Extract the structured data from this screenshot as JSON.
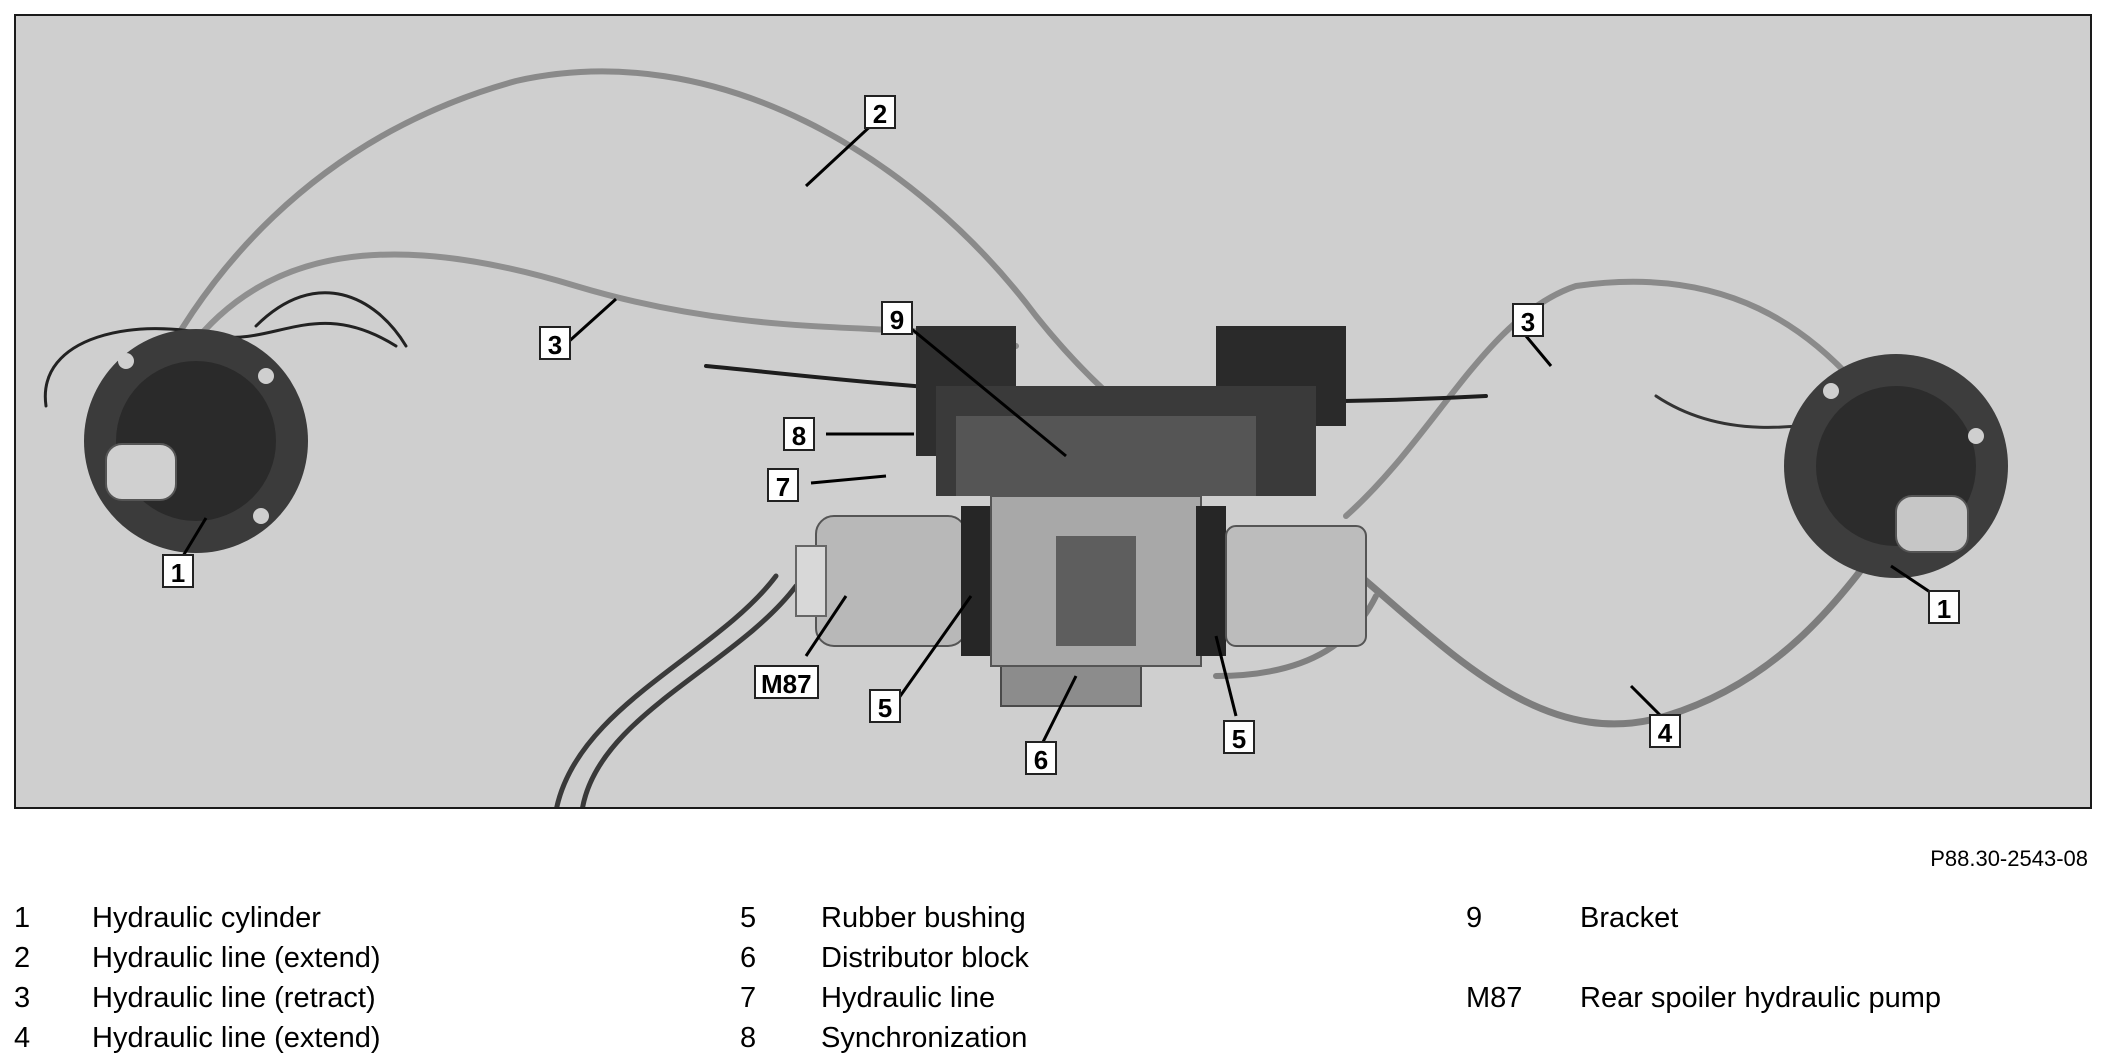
{
  "figure": {
    "callouts": [
      "1",
      "2",
      "3",
      "9",
      "8",
      "7",
      "M87",
      "5",
      "6",
      "5",
      "3",
      "4",
      "1"
    ],
    "reference_code": "P88.30-2543-08"
  },
  "legend": {
    "col1": [
      {
        "num": "1",
        "text": "Hydraulic cylinder"
      },
      {
        "num": "2",
        "text": "Hydraulic line (extend)"
      },
      {
        "num": "3",
        "text": "Hydraulic line (retract)"
      },
      {
        "num": "4",
        "text": "Hydraulic line (extend)"
      }
    ],
    "col2": [
      {
        "num": "5",
        "text": "Rubber bushing"
      },
      {
        "num": "6",
        "text": "Distributor block"
      },
      {
        "num": "7",
        "text": "Hydraulic line"
      },
      {
        "num": "8",
        "text": "Synchronization"
      }
    ],
    "col3": [
      {
        "num": "9",
        "text": "Bracket"
      },
      {
        "num": "",
        "text": ""
      },
      {
        "num": "M87",
        "text": "Rear spoiler hydraulic pump"
      }
    ]
  }
}
